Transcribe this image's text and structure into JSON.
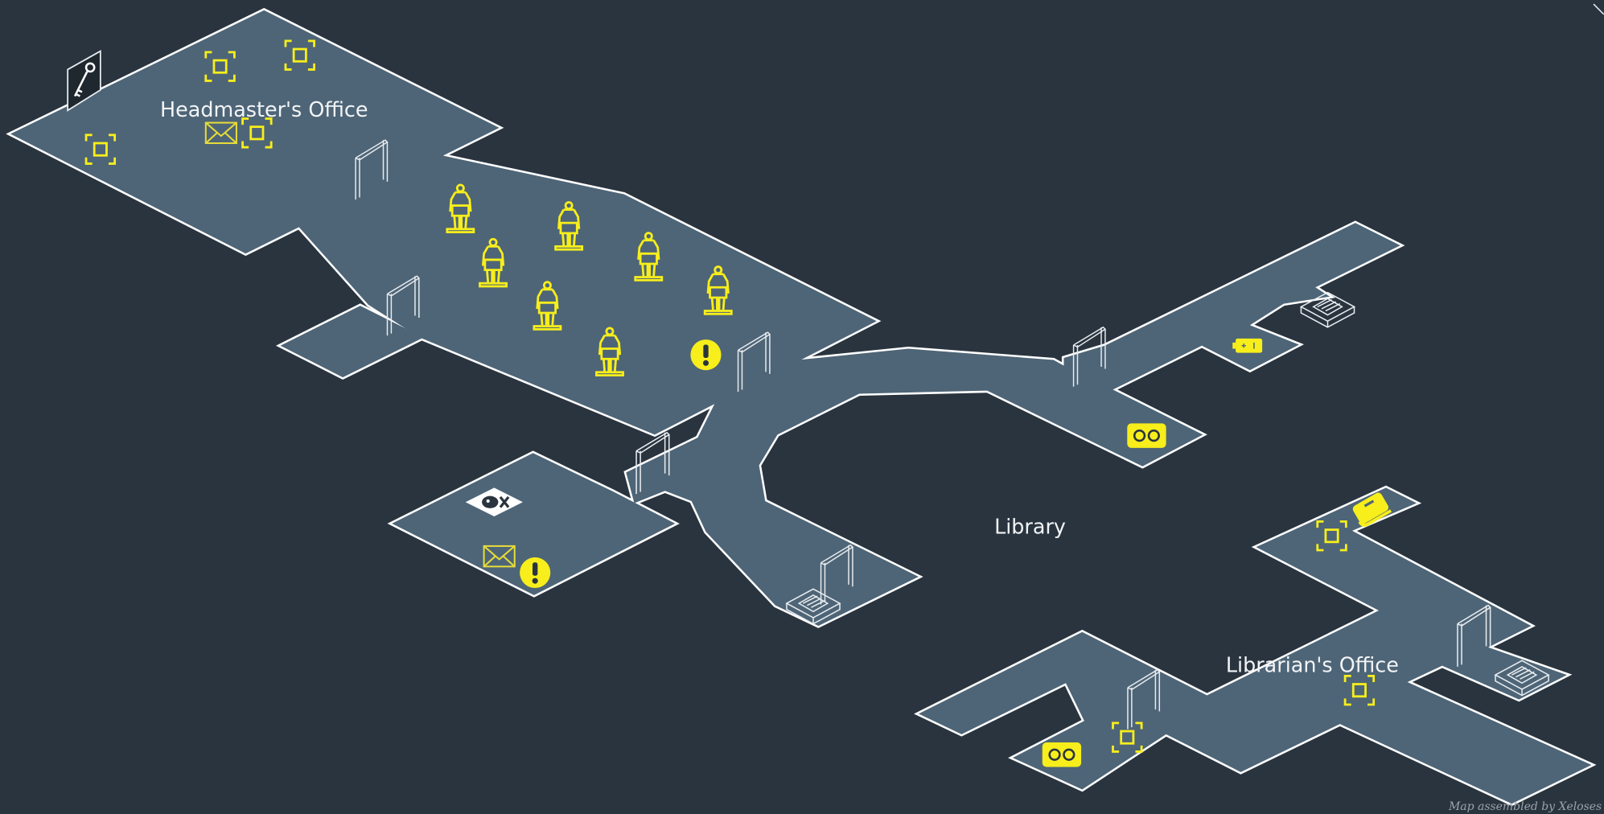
{
  "map": {
    "rooms": {
      "headmaster": "Headmaster's Office",
      "library": "Library",
      "librarian": "Librarian's Office"
    },
    "credit": "Map assembled by Xeloses",
    "colors": {
      "background": "#29343f",
      "floor": "#4e6577",
      "outline": "#ffffff",
      "marker": "#f7ee1b"
    },
    "markers": {
      "collectibles": 7,
      "letters": 2,
      "alerts": 2,
      "statues": 7,
      "doors": 8,
      "stairs": 3,
      "cassettes": 2,
      "batteries": 1,
      "books": 1
    }
  }
}
